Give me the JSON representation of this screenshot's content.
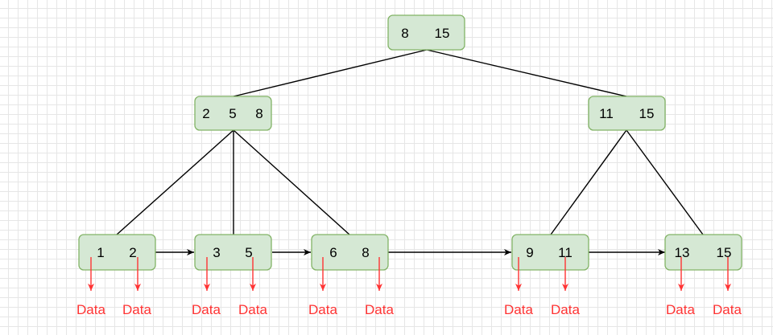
{
  "diagram": {
    "nodes": [
      {
        "id": "root",
        "keys": [
          "8",
          "15"
        ]
      },
      {
        "id": "internal-left",
        "keys": [
          "2",
          "5",
          "8"
        ]
      },
      {
        "id": "internal-right",
        "keys": [
          "11",
          "15"
        ]
      },
      {
        "id": "leaf-1",
        "keys": [
          "1",
          "2"
        ]
      },
      {
        "id": "leaf-2",
        "keys": [
          "3",
          "5"
        ]
      },
      {
        "id": "leaf-3",
        "keys": [
          "6",
          "8"
        ]
      },
      {
        "id": "leaf-4",
        "keys": [
          "9",
          "11"
        ]
      },
      {
        "id": "leaf-5",
        "keys": [
          "13",
          "15"
        ]
      }
    ],
    "data_label": "Data",
    "colors": {
      "node_fill": "#d5e8d4",
      "node_stroke": "#82b366",
      "edge": "#000000",
      "data": "#ff3333"
    }
  }
}
